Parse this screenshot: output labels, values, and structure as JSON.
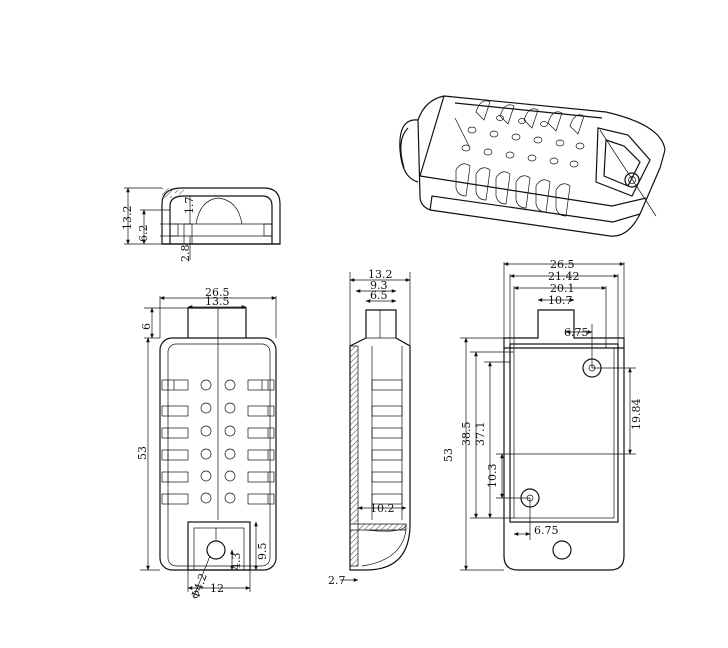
{
  "views": {
    "side_top": {
      "labels": {
        "height": "13.2",
        "inner": "6.2",
        "rib": "1.7",
        "base": "2.8"
      }
    },
    "front": {
      "labels": {
        "width": "26.5",
        "tab_width": "13.5",
        "tab_height": "6",
        "height": "53",
        "hole_dia": "Φ4.2",
        "hole_offset": "4.3",
        "window_height": "9.5",
        "window_width": "12"
      }
    },
    "section": {
      "labels": {
        "depth": "13.2",
        "wall": "9.3",
        "inner": "6.5",
        "bottom": "10.2",
        "foot": "2.7"
      }
    },
    "back": {
      "labels": {
        "width": "26.5",
        "w2": "21.42",
        "w3": "20.1",
        "w4": "10.7",
        "hole_x_top": "6.75",
        "hole_x_bottom": "6.75",
        "h1": "38.5",
        "h2": "37.1",
        "h3": "10.3",
        "h4": "19.84",
        "height": "53"
      }
    }
  }
}
